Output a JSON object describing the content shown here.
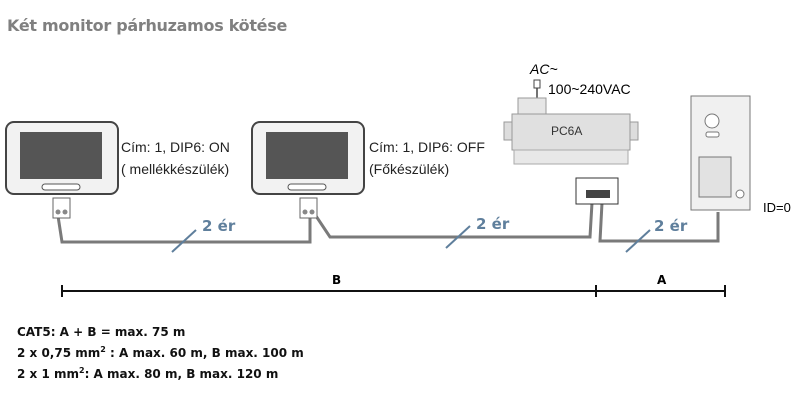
{
  "title": "Két monitor párhuzamos kötése",
  "monitor1": {
    "line1": "Cím: 1, DIP6: ON",
    "line2": "( mellékkészülék)"
  },
  "monitor2": {
    "line1": "Cím: 1, DIP6: OFF",
    "line2": "(Főkészülék)"
  },
  "power": {
    "ac": "AC~",
    "voltage": "100~240VAC",
    "unit": "PC6A"
  },
  "door_station": {
    "id": "ID=0"
  },
  "wires": [
    "2 ér",
    "2 ér",
    "2 ér"
  ],
  "dimensions": {
    "b": "B",
    "a": "A"
  },
  "notes": {
    "cat5": "CAT5: A + B = max. 75 m",
    "l2a": "2 x 0,75 mm",
    "l2sup": "2",
    "l2b": " : A max. 60 m, B max. 100 m",
    "l3a": "2 x 1 mm",
    "l3sup": "2",
    "l3b": ": A max. 80 m, B max. 120 m"
  }
}
